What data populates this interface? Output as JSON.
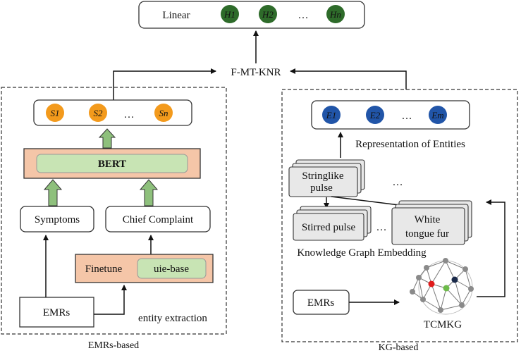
{
  "title_row": {
    "label": "Linear",
    "ellipsis": "…",
    "nodes": [
      "H1",
      "H2",
      "Hn"
    ]
  },
  "center_label": "F-MT-KNR",
  "emr_panel": {
    "caption": "EMRs-based",
    "nodes": [
      "S1",
      "S2",
      "Sn"
    ],
    "ellipsis": "…",
    "bert": "BERT",
    "symptoms": "Symptoms",
    "chief_complaint": "Chief Complaint",
    "finetune": "Finetune",
    "uie_base": "uie-base",
    "emrs": "EMRs",
    "entity_extraction": "entity extraction"
  },
  "kg_panel": {
    "caption": "KG-based",
    "nodes": [
      "E1",
      "E2",
      "Em"
    ],
    "ellipsis": "…",
    "representation": "Representation of Entities",
    "stringlike_1": "Stringlike",
    "stringlike_2": "pulse",
    "stirred": "Stirred pulse",
    "white_1": "White",
    "white_2": "tongue fur",
    "ellipsis_mid": "…",
    "ellipsis_right": "…",
    "kge": "Knowledge Graph Embedding",
    "emrs": "EMRs",
    "tcmkg": "TCMKG"
  },
  "colors": {
    "green_node": "#2e6b2a",
    "orange_node": "#f39a1c",
    "blue_node": "#2155a8",
    "salmon": "#f5c6a8",
    "light_green": "#c8e4b4",
    "green_arrow": "#8ec07c",
    "gray_card": "#e8e8e8"
  }
}
